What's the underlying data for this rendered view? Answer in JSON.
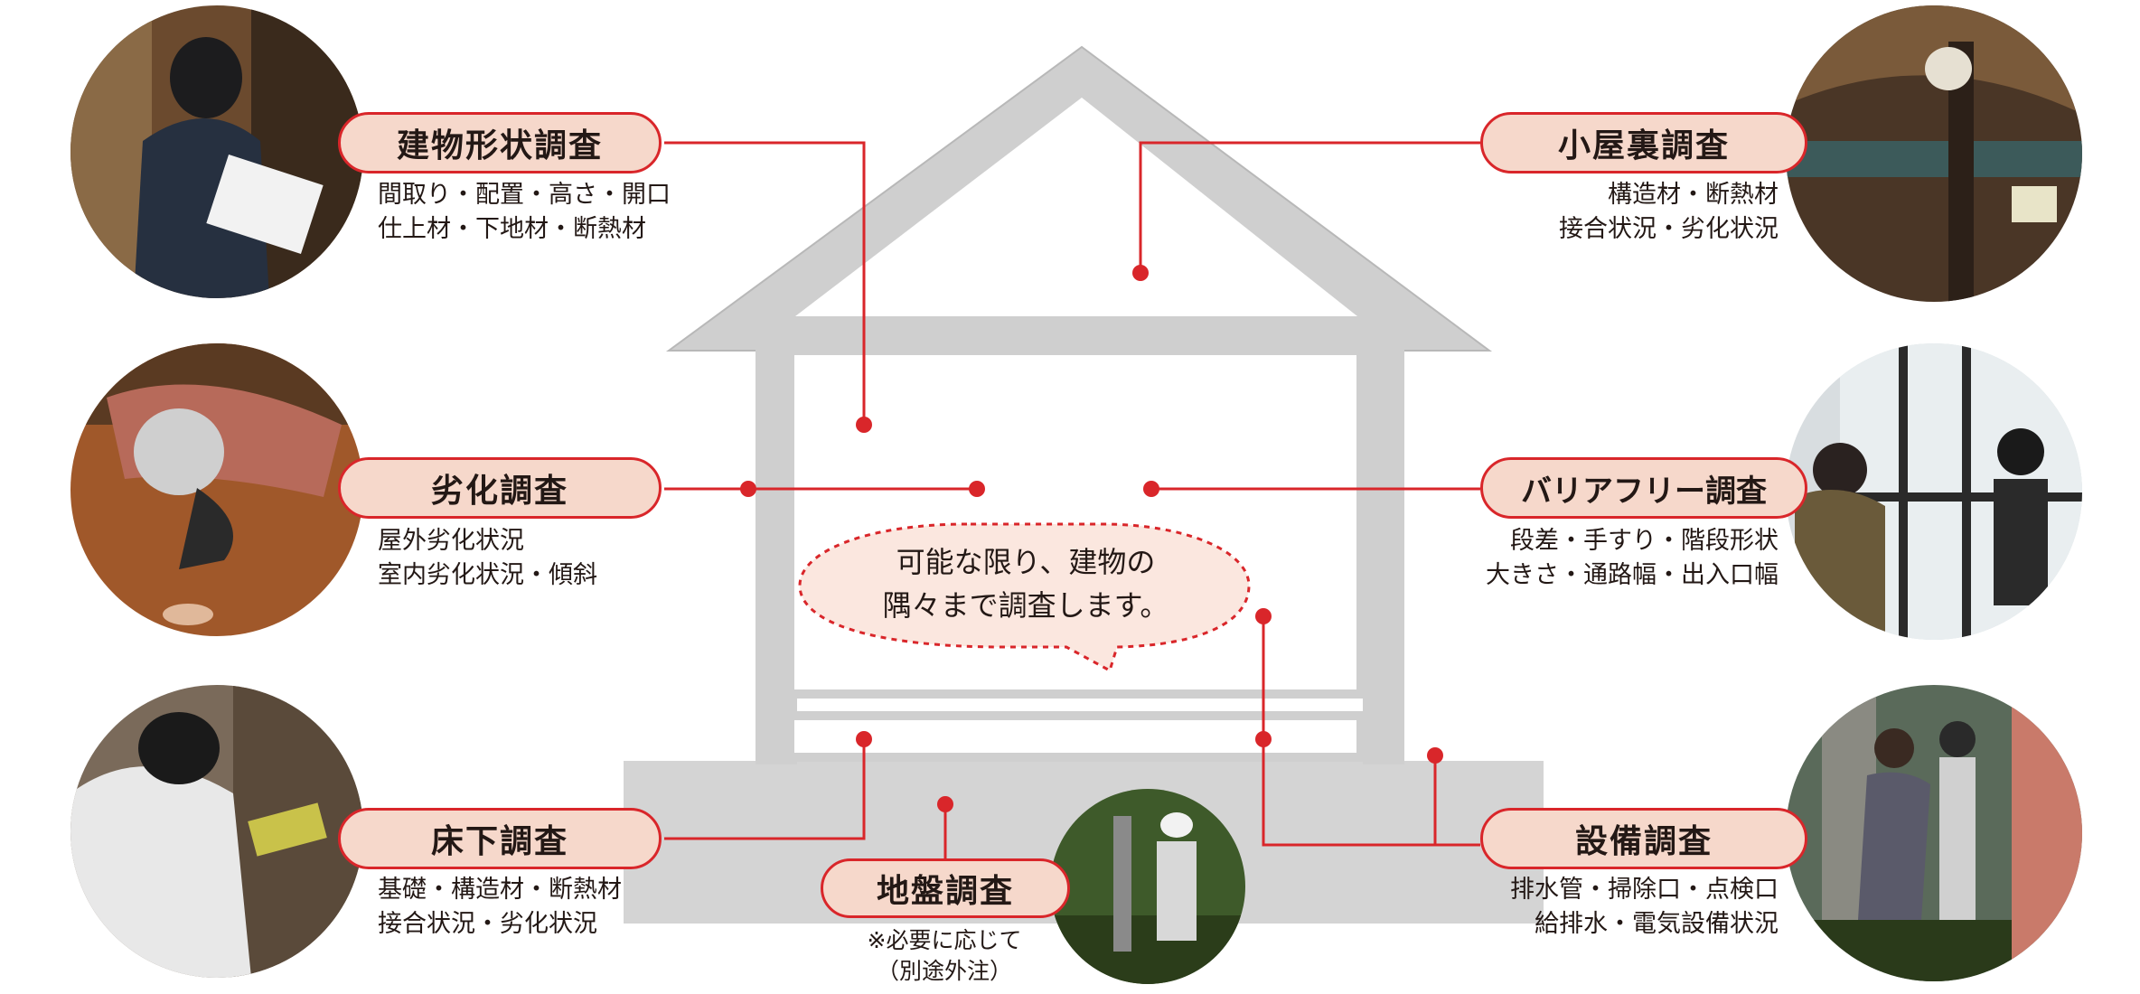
{
  "bubble": {
    "line1": "可能な限り、建物の",
    "line2": "隅々まで調査します。"
  },
  "surveys": {
    "shape": {
      "title": "建物形状調査",
      "lines": [
        "間取り・配置・高さ・開口",
        "仕上材・下地材・断熱材"
      ]
    },
    "deterioration": {
      "title": "劣化調査",
      "lines": [
        "屋外劣化状況",
        "室内劣化状況・傾斜"
      ]
    },
    "underfloor": {
      "title": "床下調査",
      "lines": [
        "基礎・構造材・断熱材",
        "接合状況・劣化状況"
      ]
    },
    "ground": {
      "title": "地盤調査",
      "lines": [
        "※必要に応じて",
        "（別途外注）"
      ]
    },
    "attic": {
      "title": "小屋裏調査",
      "lines": [
        "構造材・断熱材",
        "接合状況・劣化状況"
      ]
    },
    "barrierfree": {
      "title": "バリアフリー調査",
      "lines": [
        "段差・手すり・階段形状",
        "大きさ・通路幅・出入口幅"
      ]
    },
    "equipment": {
      "title": "設備調査",
      "lines": [
        "排水管・掃除口・点検口",
        "給排水・電気設備状況"
      ]
    }
  },
  "colors": {
    "accent": "#d9262a",
    "label_fill": "#f6d8cb",
    "house_gray": "#cfcfcf",
    "bubble_fill": "#fbe7df"
  }
}
